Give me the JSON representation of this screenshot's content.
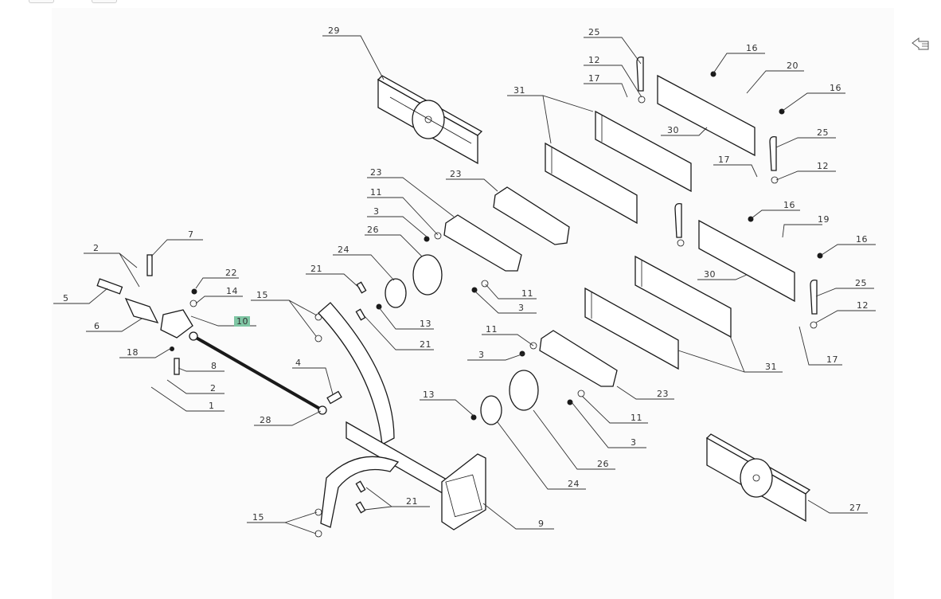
{
  "toolbar": {
    "buttons": [
      "zoom-in-icon",
      "zoom-out-icon"
    ]
  },
  "back_button": {
    "icon": "hand-pointer-back-icon"
  },
  "highlight_color": "#7fc6a4",
  "callouts": [
    {
      "id": "c29",
      "label": "29"
    },
    {
      "id": "c25a",
      "label": "25"
    },
    {
      "id": "c12a",
      "label": "12"
    },
    {
      "id": "c17a",
      "label": "17"
    },
    {
      "id": "c16a",
      "label": "16"
    },
    {
      "id": "c20",
      "label": "20"
    },
    {
      "id": "c16b",
      "label": "16"
    },
    {
      "id": "c31a",
      "label": "31"
    },
    {
      "id": "c30a",
      "label": "30"
    },
    {
      "id": "c25b",
      "label": "25"
    },
    {
      "id": "c17b",
      "label": "17"
    },
    {
      "id": "c12b",
      "label": "12"
    },
    {
      "id": "c23a",
      "label": "23"
    },
    {
      "id": "c23b",
      "label": "23"
    },
    {
      "id": "c11a",
      "label": "11"
    },
    {
      "id": "c3a",
      "label": "3"
    },
    {
      "id": "c26a",
      "label": "26"
    },
    {
      "id": "c16c",
      "label": "16"
    },
    {
      "id": "c19",
      "label": "19"
    },
    {
      "id": "c16d",
      "label": "16"
    },
    {
      "id": "c24a",
      "label": "24"
    },
    {
      "id": "c11b",
      "label": "11"
    },
    {
      "id": "c3b",
      "label": "3"
    },
    {
      "id": "c30b",
      "label": "30"
    },
    {
      "id": "c25c",
      "label": "25"
    },
    {
      "id": "c12c",
      "label": "12"
    },
    {
      "id": "c7",
      "label": "7"
    },
    {
      "id": "c2a",
      "label": "2"
    },
    {
      "id": "c22",
      "label": "22"
    },
    {
      "id": "c5",
      "label": "5"
    },
    {
      "id": "c14",
      "label": "14"
    },
    {
      "id": "c21a",
      "label": "21"
    },
    {
      "id": "c15a",
      "label": "15"
    },
    {
      "id": "c13a",
      "label": "13"
    },
    {
      "id": "c6",
      "label": "6"
    },
    {
      "id": "c10",
      "label": "10"
    },
    {
      "id": "c21b",
      "label": "21"
    },
    {
      "id": "c11c",
      "label": "11"
    },
    {
      "id": "c3c",
      "label": "3"
    },
    {
      "id": "c17c",
      "label": "17"
    },
    {
      "id": "c18",
      "label": "18"
    },
    {
      "id": "c31b",
      "label": "31"
    },
    {
      "id": "c8",
      "label": "8"
    },
    {
      "id": "c4",
      "label": "4"
    },
    {
      "id": "c2b",
      "label": "2"
    },
    {
      "id": "c1",
      "label": "1"
    },
    {
      "id": "c23c",
      "label": "23"
    },
    {
      "id": "c13b",
      "label": "13"
    },
    {
      "id": "c11d",
      "label": "11"
    },
    {
      "id": "c28",
      "label": "28"
    },
    {
      "id": "c3d",
      "label": "3"
    },
    {
      "id": "c26b",
      "label": "26"
    },
    {
      "id": "c24b",
      "label": "24"
    },
    {
      "id": "c21c",
      "label": "21"
    },
    {
      "id": "c27",
      "label": "27"
    },
    {
      "id": "c15b",
      "label": "15"
    },
    {
      "id": "c9",
      "label": "9"
    }
  ]
}
